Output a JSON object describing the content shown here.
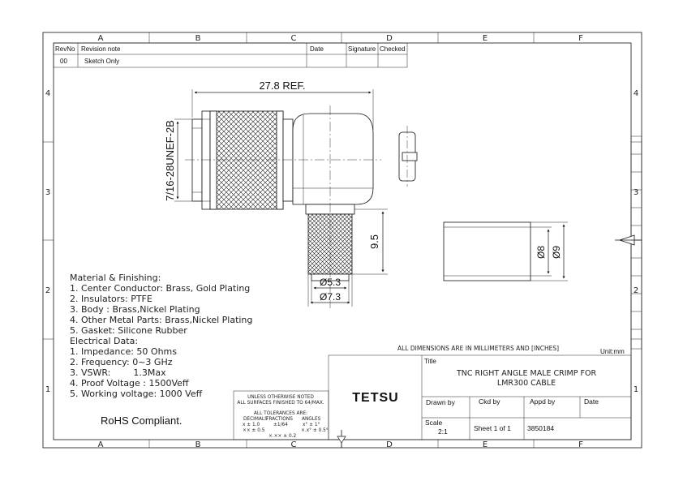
{
  "grid": {
    "columns": [
      "A",
      "B",
      "C",
      "D",
      "E",
      "F"
    ],
    "rows": [
      "4",
      "3",
      "2",
      "1"
    ]
  },
  "revision_table": {
    "headers": [
      "RevNo",
      "Revision note",
      "Date",
      "Signature",
      "Checked"
    ],
    "rows": [
      [
        "00",
        "Sketch Only",
        "",
        "",
        ""
      ]
    ]
  },
  "dimensions": {
    "length": "27.8 REF.",
    "thread": "7/16-28UNEF-2B",
    "crimp_height": "9.5",
    "dia_inner": "Ø5.3",
    "dia_outer": "Ø7.3",
    "ferrule_inner": "Ø8",
    "ferrule_outer": "Ø9"
  },
  "notes": [
    "Material & Finishing:",
    "1. Center Conductor: Brass, Gold Plating",
    "2. Insulators: PTFE",
    "3. Body : Brass,Nickel Plating",
    "4. Other Metal Parts: Brass,Nickel Plating",
    "5. Gasket: Silicone Rubber",
    "Electrical Data:",
    "1. Impedance: 50 Ohms",
    "2. Frequency: 0~3 GHz",
    "3. VSWR:        1.3Max",
    "4. Proof Voltage : 1500Veff",
    "5. Working voltage: 1000 Veff"
  ],
  "rohs": "RoHS Compliant.",
  "dimension_note": "ALL DIMENSIONS ARE IN MILLIMETERS AND [INCHES]",
  "unit": "Unit:mm",
  "tolerance": {
    "line1": "UNLESS OTHERWISE NOTED",
    "line2": "ALL SURFACES FINISHED TO 64/MAX.",
    "line3": "ALL TOLERANCES ARE:",
    "decimals_label": "DECIMALS",
    "fractions_label": "FRACTIONS",
    "angles_label": "ANGLES",
    "dec1": "x ± 1.0",
    "dec2": "×× ± 0.5",
    "dec3": "×.×× ± 0.2",
    "frac1": "±1/64",
    "ang1": "x° ± 1°",
    "ang2": "×.x° ± 0.5°"
  },
  "title_block": {
    "company": "TETSU",
    "title_label": "Title",
    "title_line1": "TNC RIGHT ANGLE MALE CRIMP FOR",
    "title_line2": "LMR300 CABLE",
    "drawn_by": "Drawn by",
    "ckd_by": "Ckd by",
    "appd_by": "Appd by",
    "date": "Date",
    "scale_label": "Scale",
    "scale_value": "2:1",
    "sheet": "Sheet 1 of 1",
    "drawing_no": "3850184"
  },
  "projection_symbol": "third-angle-projection-icon"
}
